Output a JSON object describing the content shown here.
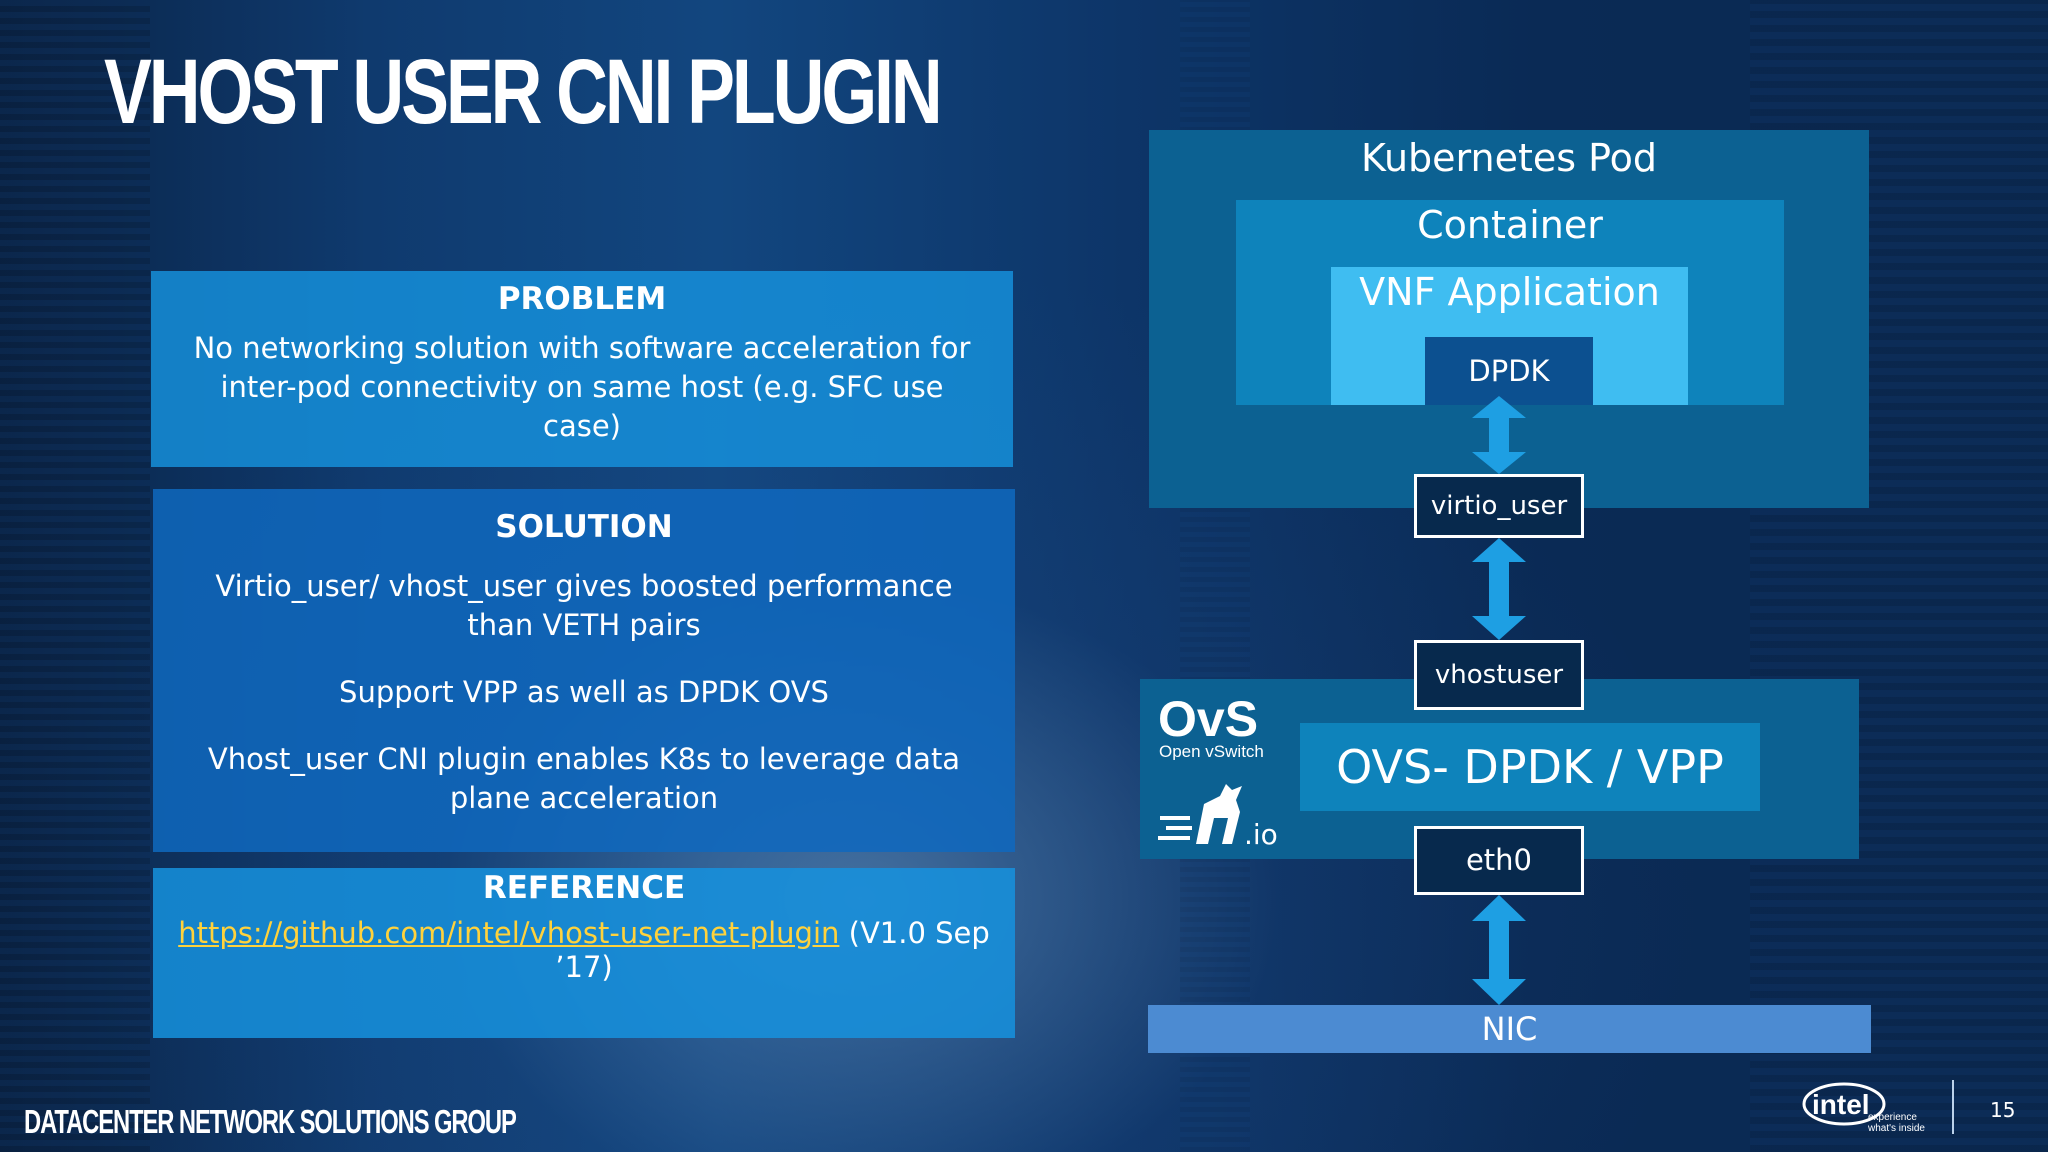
{
  "slide": {
    "title": "VHOST USER CNI PLUGIN",
    "footer": "DATACENTER NETWORK SOLUTIONS GROUP",
    "page_number": "15",
    "intel_logo_text": "intel",
    "intel_tagline_1": "experience",
    "intel_tagline_2": "what's inside"
  },
  "problem": {
    "heading": "PROBLEM",
    "text": "No networking solution with software acceleration for inter-pod connectivity on same host (e.g. SFC use case)"
  },
  "solution": {
    "heading": "SOLUTION",
    "points": [
      "Virtio_user/ vhost_user gives boosted performance than VETH pairs",
      "Support VPP as well as DPDK OVS",
      "Vhost_user CNI plugin enables K8s to leverage data plane acceleration"
    ]
  },
  "reference": {
    "heading": "REFERENCE",
    "link": "https://github.com/intel/vhost-user-net-plugin",
    "suffix": " (V1.0 Sep ’17)"
  },
  "diagram": {
    "pod": "Kubernetes Pod",
    "container": "Container",
    "vnf": "VNF Application",
    "dpdk": "DPDK",
    "virtio": "virtio_user",
    "vhost": "vhostuser",
    "switch": "OVS- DPDK / VPP",
    "eth0": "eth0",
    "nic": "NIC",
    "ovs_logo_main": "OvS",
    "ovs_logo_sub": "Open vSwitch",
    "fdio_logo_suffix": ".io"
  },
  "colors": {
    "arrow": "#1e9fe3",
    "link": "#ffd23c",
    "pod_bg": "#0c6192",
    "container_bg": "#0e83bb",
    "vnf_bg": "#3fbdf1",
    "nic_bg": "#4c8bd2"
  }
}
